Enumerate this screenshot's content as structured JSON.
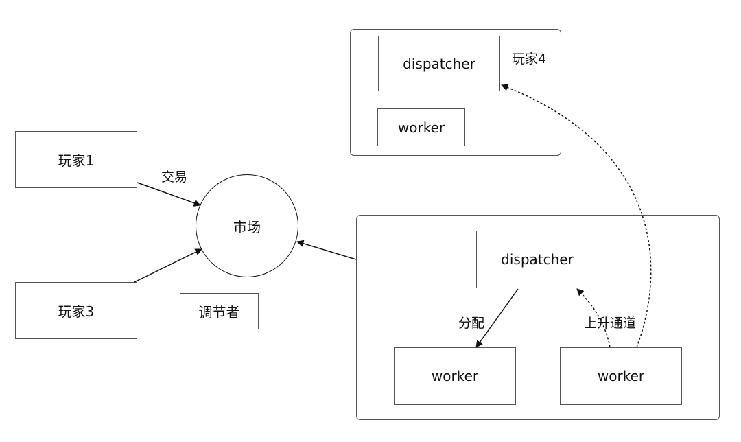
{
  "nodes": {
    "player1": "玩家1",
    "player3": "玩家3",
    "player4": "玩家4",
    "market": "市场",
    "regulator": "调节者",
    "top_dispatcher": "dispatcher",
    "top_worker": "worker",
    "group_dispatcher": "dispatcher",
    "group_worker_left": "worker",
    "group_worker_right": "worker"
  },
  "edges": {
    "trade": "交易",
    "assign": "分配",
    "promote_channel": "上升通道"
  }
}
